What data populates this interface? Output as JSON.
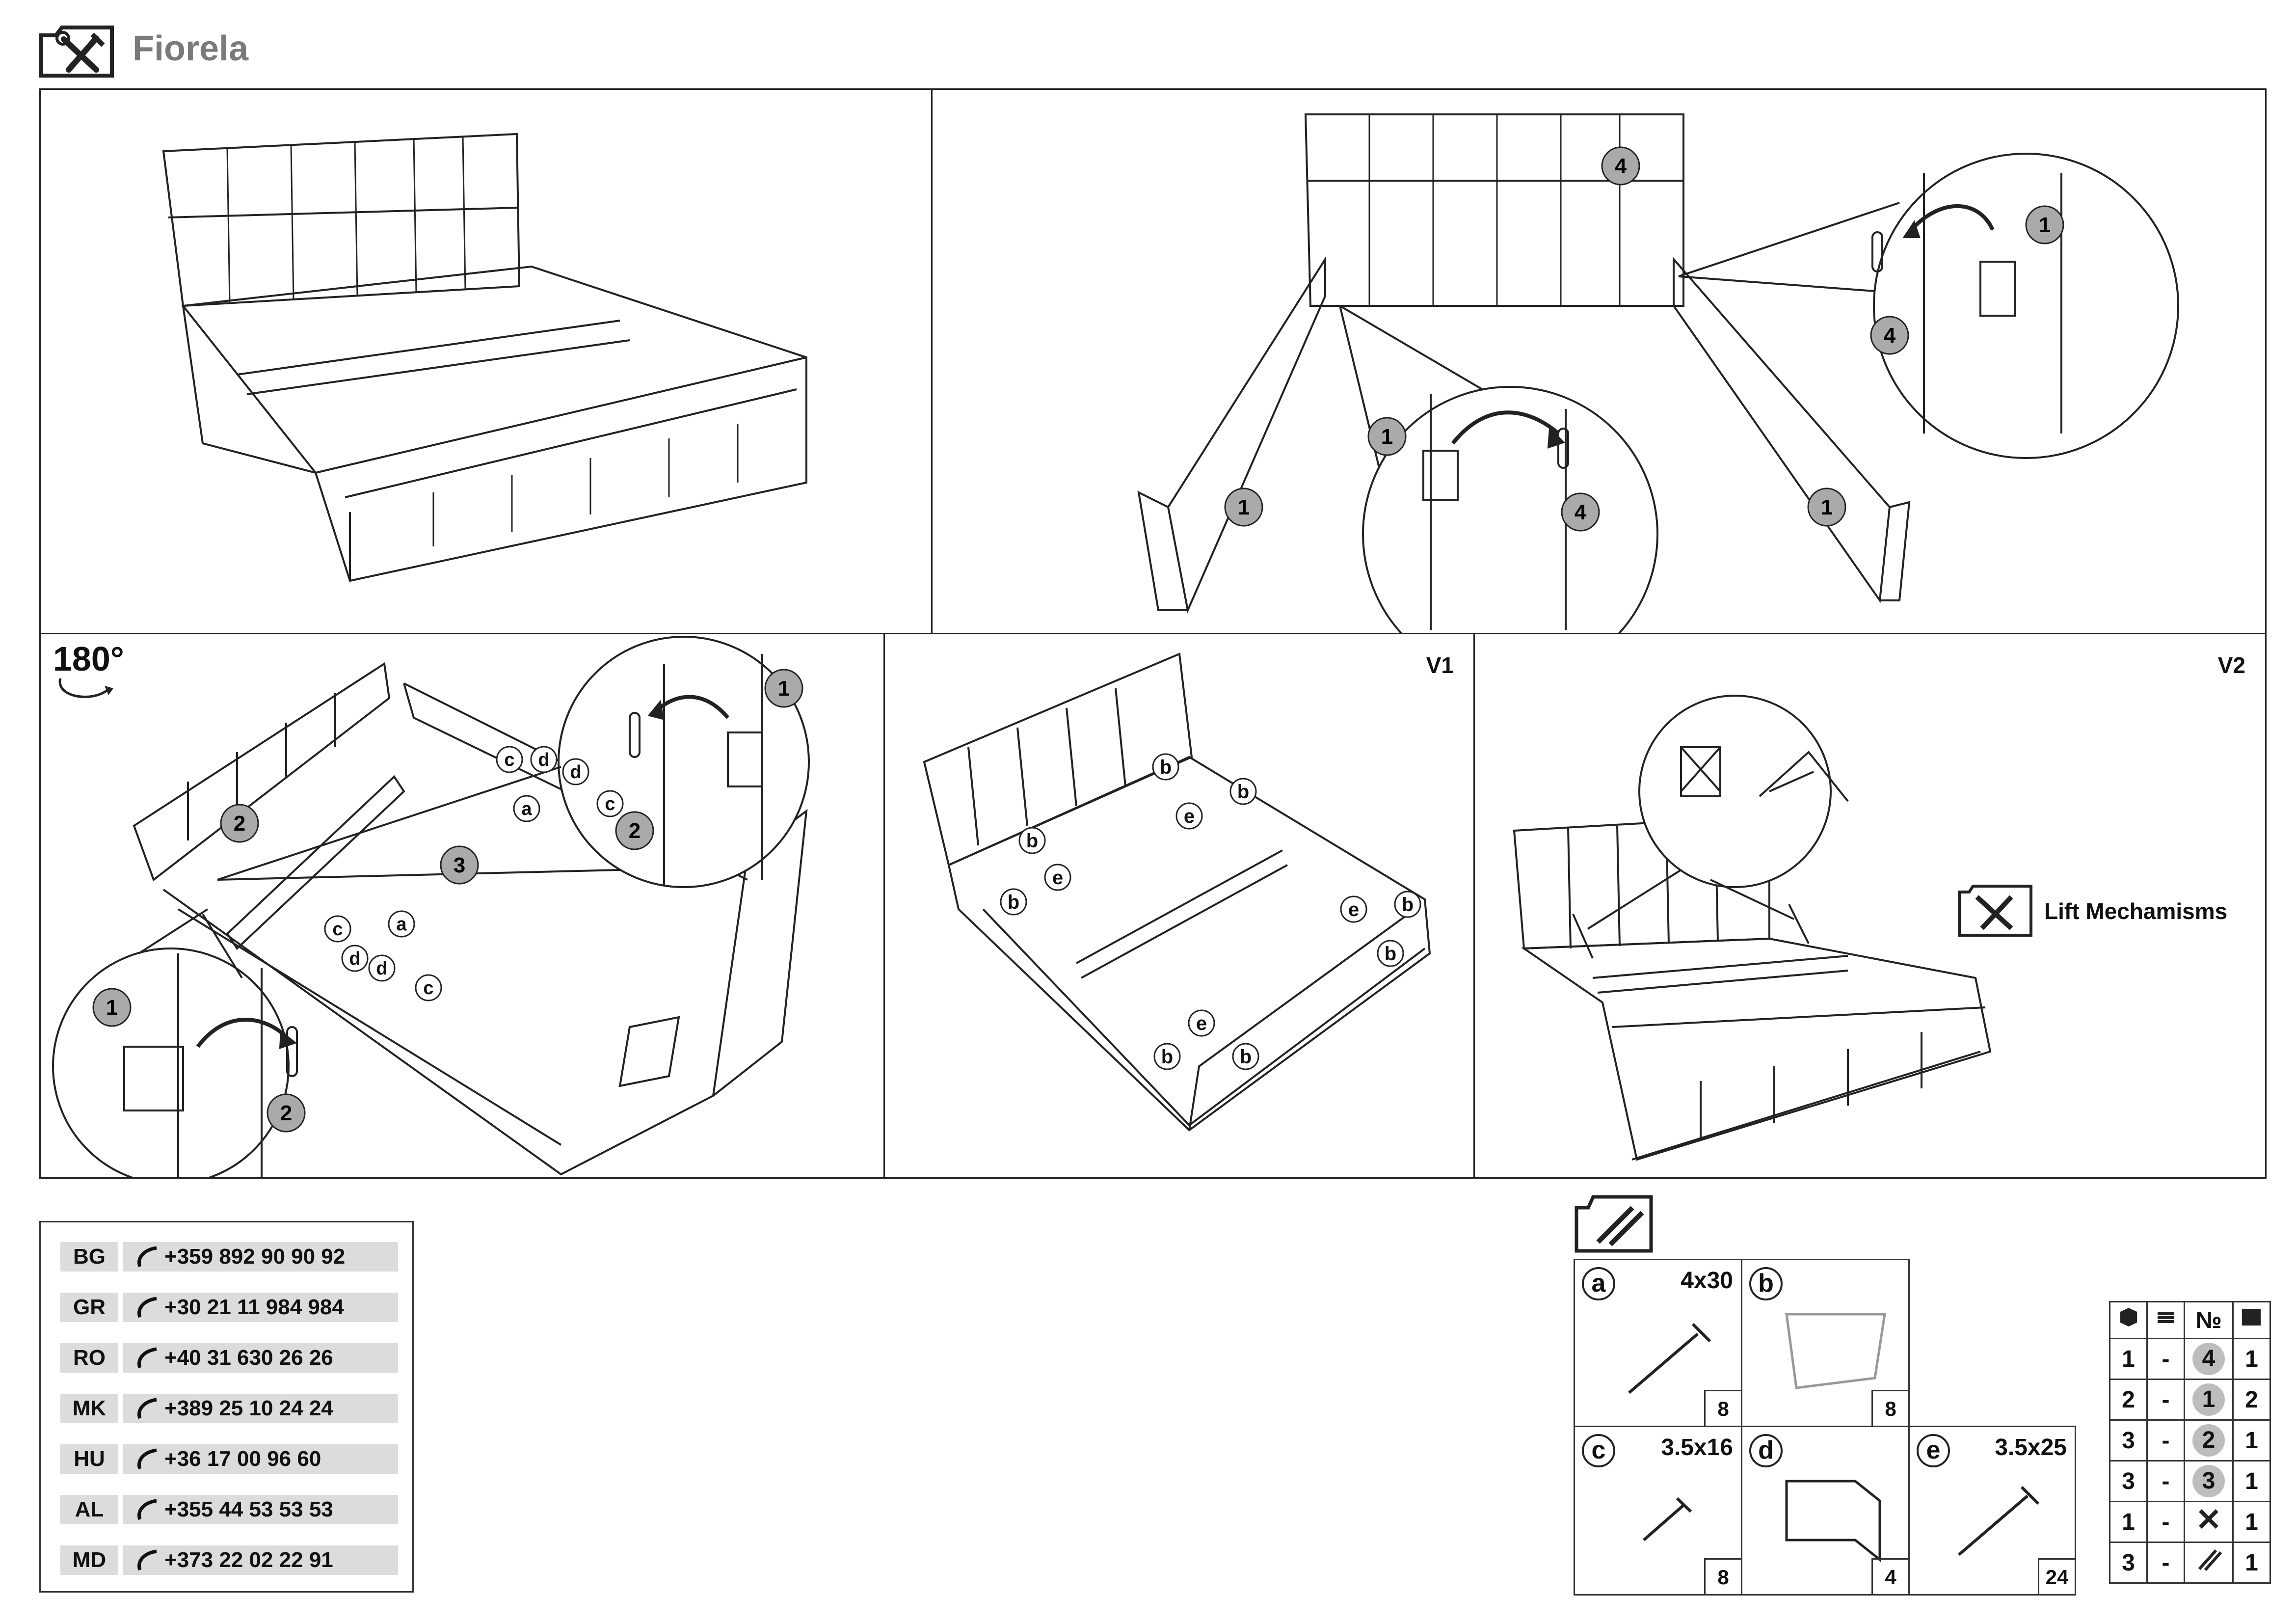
{
  "header": {
    "title": "Fiorela",
    "icon": "tools-icon"
  },
  "steps": {
    "top_left": {
      "parts": []
    },
    "top_right": {
      "callouts": [
        "1",
        "4"
      ]
    },
    "middle_left": {
      "rotation": "180°",
      "callouts": [
        "1",
        "2",
        "3"
      ],
      "fasteners": [
        "a",
        "c",
        "d"
      ]
    },
    "middle_center": {
      "variant": "V1",
      "fasteners": [
        "b",
        "e"
      ]
    },
    "middle_right": {
      "variant": "V2",
      "lift_label": "Lift Mechamisms"
    }
  },
  "contacts": [
    {
      "code": "BG",
      "phone": "+359 892 90 90 92"
    },
    {
      "code": "GR",
      "phone": "+30 21 11 984 984"
    },
    {
      "code": "RO",
      "phone": "+40 31 630 26 26"
    },
    {
      "code": "MK",
      "phone": "+389 25 10 24 24"
    },
    {
      "code": "HU",
      "phone": "+36 17 00 96 60"
    },
    {
      "code": "AL",
      "phone": "+355 44 53 53 53"
    },
    {
      "code": "MD",
      "phone": "+373 22 02 22 91"
    }
  ],
  "hardware": {
    "icon": "screws-bag-icon",
    "items": [
      {
        "letter": "a",
        "size": "4x30",
        "qty": "8"
      },
      {
        "letter": "b",
        "size": "",
        "qty": "8"
      },
      {
        "letter": "c",
        "size": "3.5x16",
        "qty": "8"
      },
      {
        "letter": "d",
        "size": "",
        "qty": "4"
      },
      {
        "letter": "e",
        "size": "3.5x25",
        "qty": "24"
      }
    ]
  },
  "packing": {
    "header_icons": [
      "box-icon",
      "layers-icon",
      "number-sign",
      "parts-grid-icon"
    ],
    "number_header": "№",
    "rows": [
      {
        "boxes": "1",
        "dash": "-",
        "part": "4",
        "qty": "1"
      },
      {
        "boxes": "2",
        "dash": "-",
        "part": "1",
        "qty": "2"
      },
      {
        "boxes": "3",
        "dash": "-",
        "part": "2",
        "qty": "1"
      },
      {
        "boxes": "3",
        "dash": "-",
        "part": "3",
        "qty": "1"
      },
      {
        "boxes": "1",
        "dash": "-",
        "part_icon": "tools-icon",
        "qty": "1"
      },
      {
        "boxes": "3",
        "dash": "-",
        "part_icon": "screws-icon",
        "qty": "1"
      }
    ]
  }
}
